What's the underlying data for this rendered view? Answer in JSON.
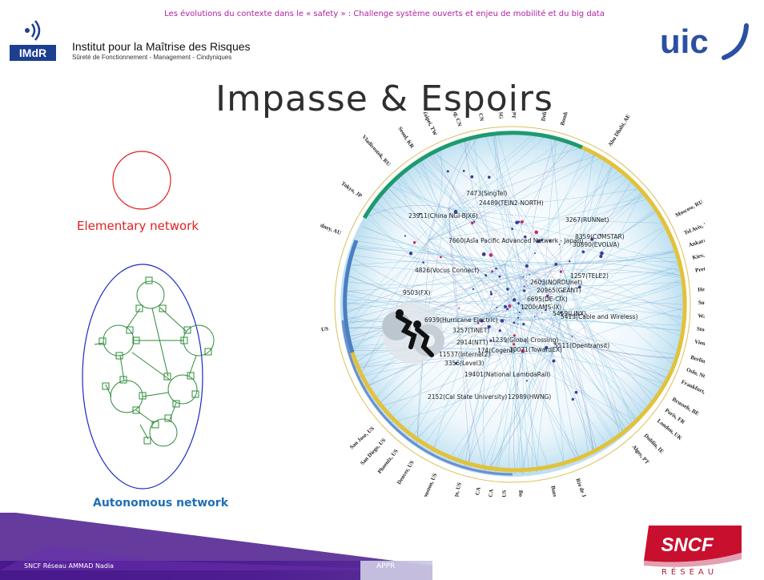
{
  "header": {
    "caption": "Les évolutions du contexte dans le « safety » : Challenge système ouverts et enjeu de mobilité et du big data",
    "imdr_title": "Institut pour la Maîtrise des Risques",
    "imdr_subtitle": "Sûreté de Fonctionnement - Management - Cindyniques",
    "imdr_mark": "IMdR",
    "uic_mark": "uic"
  },
  "slide": {
    "title": "Impasse & Espoirs",
    "elementary_label": "Elementary network",
    "autonomous_label": "Autonomous network"
  },
  "network_map": {
    "node_labels": [
      "23911(China NGI-BJX6)",
      "7473(SingTel)",
      "24489(TEIN2-NORTH)",
      "3267(RUNNet)",
      "8359(COMSTAR)",
      "30890(EVOLVA)",
      "7660(Asia Pacific Advanced Network - Japan)",
      "4826(Vocus Connect)",
      "1257(TELE2)",
      "2603(NORDUnet)",
      "20965(GEANT)",
      "6695(DE-CIX)",
      "1200(AMS-IX)",
      "5459(LINX)",
      "9503(FX)",
      "6939(Hurricane Electric)",
      "3257(TiNET)",
      "2914(NTT)",
      "11537(Internet2)",
      "3356(Level3)",
      "174(Cogent)",
      "1239(Global Crossing)",
      "30071(TowardEX)",
      "5511(Opentransit)",
      "5413(Cable and Wireless)",
      "19401(National LambdaRail)",
      "2152(Cal State University)",
      "12989(HWNG)"
    ],
    "cities": [
      "Sydney, AU",
      "Tokyo, JP",
      "Vladivostok, RU",
      "Seoul, KR",
      "Taipei, TW",
      "Beijing, CN",
      "Hong Kong, CN",
      "Singapore, SG",
      "Jakarta, ID",
      "Delhi, IN",
      "Bombay, IN",
      "Abu Dhabi, AE",
      "Moscow, RU",
      "Tel Aviv, IL",
      "Ankara, TR",
      "Kiev, UA",
      "Pretoria, ZA",
      "Helsinki, FI",
      "Sofia, BG",
      "Warsaw, PL",
      "Stockholm, SE",
      "Vienna, AT",
      "Berlin, DE",
      "Oslo, NO",
      "Frankfurt, DE",
      "Brussels, BE",
      "Paris, FR",
      "London, UK",
      "Dublin, IE",
      "Alges, PT",
      "Rio de Janeiro, BR",
      "Buenos Aires, AR",
      "Boston, US",
      "Washington, US",
      "Toronto, CA",
      "Ottawa, CA",
      "Chicago, US",
      "Houston, US",
      "Denver, US",
      "Phoenix, US",
      "San Diego, US",
      "San Jose, US",
      "Honolulu, US"
    ]
  },
  "footer": {
    "author": "SNCF Réseau AMMAD Nadia",
    "mid_text": "APPR",
    "sncf_mark": "SNCF",
    "reseau": "RÉSEAU"
  },
  "colors": {
    "caption": "#b01ea0",
    "elementary": "#e32020",
    "autonomous": "#1f6fb5",
    "footer_purple": "#4a1a8c",
    "sncf_red": "#c8102e"
  }
}
